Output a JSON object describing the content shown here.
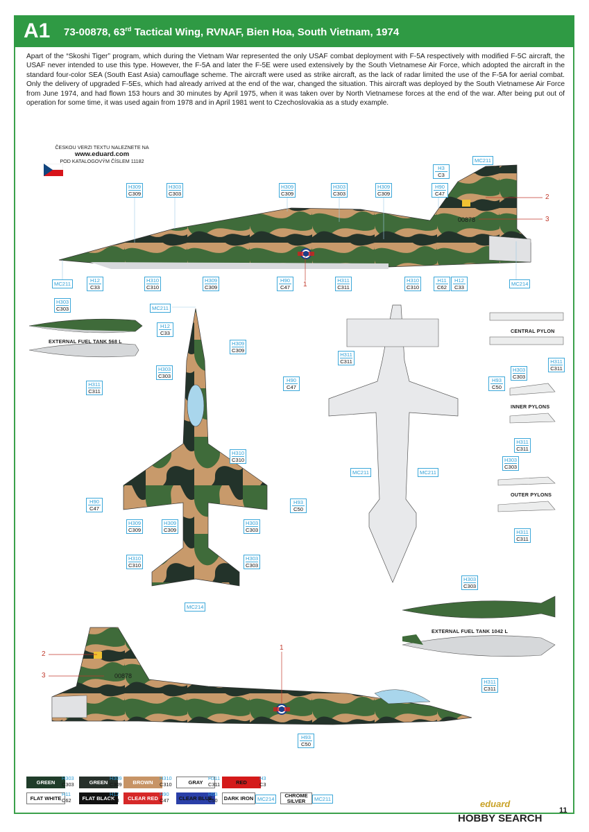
{
  "header": {
    "id": "A1",
    "title_pre": "73-00878, 63",
    "title_sup": "rd",
    "title_post": " Tactical Wing, RVNAF, Bien Hoa, South Vietnam, 1974"
  },
  "description": "Apart of the “Skoshi Tiger” program, which during the Vietnam War represented the only USAF combat deployment with F-5A respectively with modified F-5C aircraft, the USAF never intended to use this type. However, the F-5A and later the F-5E were used extensively by the South Vietnamese Air Force, which adopted the aircraft in the standard four-color SEA (South East Asia) camouflage scheme. The aircraft were used as strike aircraft, as the lack of radar limited the use of the F-5A for aerial combat. Only the delivery of upgraded F-5Es, which had already arrived at the end of the war, changed the situation. This aircraft was deployed by the South Vietnamese Air Force from June 1974, and had flown 153 hours and 30 minutes by April 1975, when it was taken over by North Vietnamese forces at the end of the war. After being put out of operation for some time, it was used again from 1978 and in April 1981 went to Czechoslovakia as a study example.",
  "czech": {
    "line1": "ČESKOU VERZI TEXTU NALEZNETE NA",
    "url": "www.eduard.com",
    "line3": "POD KATALOGOVÝM ČÍSLEM 11182"
  },
  "serial": "00878",
  "labels": {
    "tank568": "EXTERNAL FUEL TANK 568 L",
    "tank1042": "EXTERNAL FUEL TANK 1042 L",
    "central": "CENTRAL PYLON",
    "inner": "INNER PYLONS",
    "outer": "OUTER PYLONS"
  },
  "callouts": [
    {
      "h": "H309",
      "c": "C309"
    },
    {
      "h": "H303",
      "c": "C303"
    },
    {
      "h": "H309",
      "c": "C309"
    },
    {
      "h": "H303",
      "c": "C303"
    },
    {
      "h": "H309",
      "c": "C309"
    },
    {
      "h": "H3",
      "c": "C3"
    },
    {
      "h": "H90",
      "c": "C47"
    },
    {
      "h": "H12",
      "c": "C33"
    },
    {
      "h": "H310",
      "c": "C310"
    },
    {
      "h": "H309",
      "c": "C309"
    },
    {
      "h": "H90",
      "c": "C47"
    },
    {
      "h": "H311",
      "c": "C311"
    },
    {
      "h": "H310",
      "c": "C310"
    },
    {
      "h": "H11",
      "c": "C62"
    },
    {
      "h": "H12",
      "c": "C33"
    },
    {
      "h": "H303",
      "c": "C303"
    },
    {
      "h": "H311",
      "c": "C311"
    },
    {
      "h": "H12",
      "c": "C33"
    },
    {
      "h": "H309",
      "c": "C309"
    },
    {
      "h": "H303",
      "c": "C303"
    },
    {
      "h": "H310",
      "c": "C310"
    },
    {
      "h": "H90",
      "c": "C47"
    },
    {
      "h": "H93",
      "c": "C50"
    },
    {
      "h": "H309",
      "c": "C309"
    },
    {
      "h": "H309",
      "c": "C309"
    },
    {
      "h": "H303",
      "c": "C303"
    },
    {
      "h": "H310",
      "c": "C310"
    },
    {
      "h": "H303",
      "c": "C303"
    },
    {
      "h": "H311",
      "c": "C311"
    },
    {
      "h": "H90",
      "c": "C47"
    },
    {
      "h": "H93",
      "c": "C50"
    },
    {
      "h": "H311",
      "c": "C311"
    },
    {
      "h": "H303",
      "c": "C303"
    },
    {
      "h": "H311",
      "c": "C311"
    },
    {
      "h": "H303",
      "c": "C303"
    },
    {
      "h": "H311",
      "c": "C311"
    },
    {
      "h": "H303",
      "c": "C303"
    },
    {
      "h": "H311",
      "c": "C311"
    },
    {
      "h": "H93",
      "c": "C50"
    }
  ],
  "mc": [
    "MC211",
    "MC211",
    "MC214",
    "MC211",
    "MC211",
    "MC211",
    "MC214"
  ],
  "nums": [
    "1",
    "2",
    "3",
    "1",
    "2",
    "3"
  ],
  "legend": [
    {
      "name": "GREEN",
      "h": "H303",
      "c": "C303",
      "bg": "#1f3d2a",
      "fg": "#fff"
    },
    {
      "name": "GREEN",
      "h": "H309",
      "c": "C309",
      "bg": "#26302a",
      "fg": "#fff"
    },
    {
      "name": "BROWN",
      "h": "H310",
      "c": "C310",
      "bg": "#c79466",
      "fg": "#fff"
    },
    {
      "name": "GRAY",
      "h": "H311",
      "c": "C311",
      "bg": "#ffffff",
      "fg": "#111"
    },
    {
      "name": "RED",
      "h": "H3",
      "c": "C3",
      "bg": "#d41a1a",
      "fg": "#111"
    },
    {
      "name": "FLAT WHITE",
      "h": "H11",
      "c": "C62",
      "bg": "#ffffff",
      "fg": "#111"
    },
    {
      "name": "FLAT BLACK",
      "h": "H12",
      "c": "C33",
      "bg": "#111111",
      "fg": "#fff"
    },
    {
      "name": "CLEAR RED",
      "h": "H90",
      "c": "C47",
      "bg": "#d62828",
      "fg": "#fff"
    },
    {
      "name": "CLEAR BLUE",
      "h": "H93",
      "c": "C50",
      "bg": "#2a3fa8",
      "fg": "#111"
    },
    {
      "name": "DARK IRON",
      "h": "",
      "c": "",
      "bg": "#ffffff",
      "fg": "#111"
    },
    {
      "name": "MC214",
      "h": "",
      "c": "",
      "bg": "",
      "fg": ""
    },
    {
      "name": "CHROME SILVER",
      "h": "",
      "c": "",
      "bg": "#ffffff",
      "fg": "#111"
    },
    {
      "name": "MC211",
      "h": "",
      "c": "",
      "bg": "",
      "fg": ""
    }
  ],
  "brand": "eduard",
  "page": "11",
  "watermark": "HOBBY SEARCH"
}
